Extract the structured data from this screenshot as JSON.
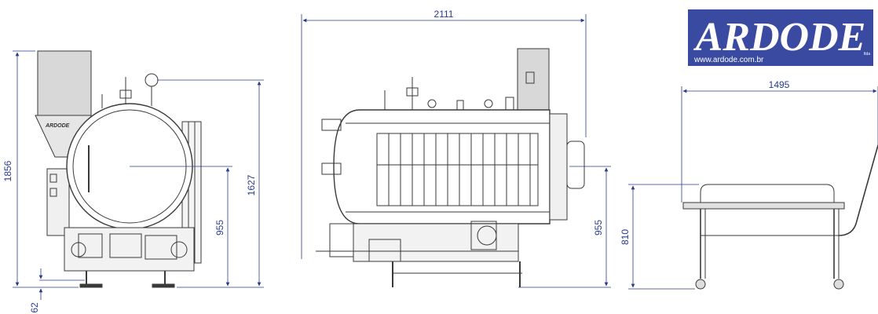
{
  "logo": {
    "brand": "ARDODE",
    "website": "www.ardode.com.br",
    "suffix": "ltda",
    "background_color": "#3a4aa0",
    "text_color": "#ffffff"
  },
  "front_view": {
    "plate_label": "ARDODE",
    "dimensions": {
      "overall_height": "1856",
      "vessel_height": "1627",
      "center_height": "955",
      "foot_height": "62"
    }
  },
  "side_view": {
    "dimensions": {
      "overall_length": "2111",
      "center_height": "955"
    }
  },
  "cart_view": {
    "dimensions": {
      "length": "1495",
      "height": "810"
    }
  },
  "colors": {
    "line": "#3a3a3a",
    "dimension": "#2a3a8f",
    "housing": "#d8d8d8"
  }
}
